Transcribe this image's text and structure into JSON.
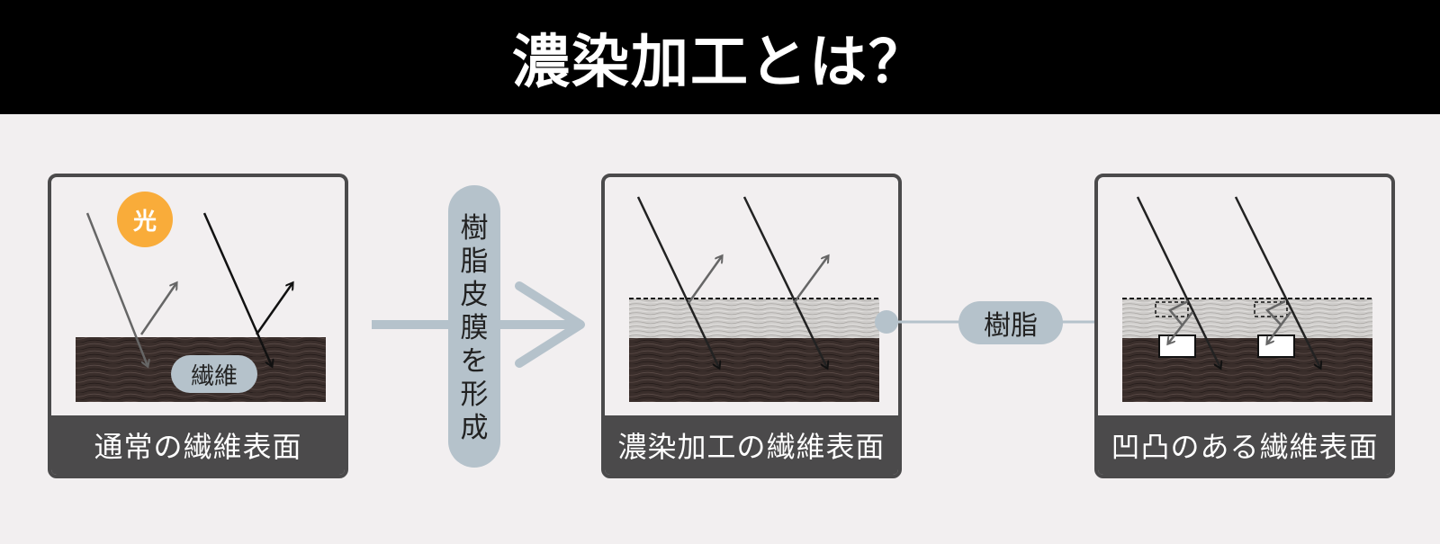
{
  "title": "濃染加工とは？",
  "process_label": "樹脂皮膜を形成",
  "resin_label": "樹脂",
  "panels": [
    {
      "caption": "通常の繊維表面",
      "sun_label": "光",
      "fiber_label": "繊維"
    },
    {
      "caption": "濃染加工の繊維表面"
    },
    {
      "caption": "凹凸のある繊維表面"
    }
  ],
  "colors": {
    "header_bg": "#000000",
    "panel_border": "#4b4a4b",
    "pill": "#b5c2cb",
    "sun": "#f9ac3a",
    "fiber": "#3a2e2b",
    "resin": "#c9c7c5"
  }
}
